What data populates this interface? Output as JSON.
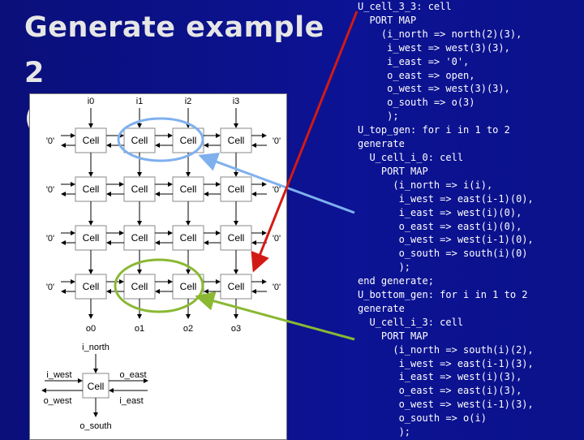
{
  "title": {
    "line1": "Generate example 2",
    "line2": "(3/5)"
  },
  "code_lines": [
    "U_cell_3_3: cell",
    "  PORT MAP",
    "    (i_north => north(2)(3),",
    "     i_west => west(3)(3),",
    "     i_east => '0',",
    "     o_east => open,",
    "     o_west => west(3)(3),",
    "     o_south => o(3)",
    "     );",
    "U_top_gen: for i in 1 to 2",
    "generate",
    "  U_cell_i_0: cell",
    "    PORT MAP",
    "      (i_north => i(i),",
    "       i_west => east(i-1)(0),",
    "       i_east => west(i)(0),",
    "       o_east => east(i)(0),",
    "       o_west => west(i-1)(0),",
    "       o_south => south(i)(0)",
    "       );",
    "end generate;",
    "U_bottom_gen: for i in 1 to 2",
    "generate",
    "  U_cell_i_3: cell",
    "    PORT MAP",
    "      (i_north => south(i)(2),",
    "       i_west => east(i-1)(3),",
    "       i_east => west(i)(3),",
    "       o_east => east(i)(3),",
    "       o_west => west(i-1)(3),",
    "       o_south => o(i)",
    "       );"
  ],
  "diagram": {
    "inputs": [
      "i0",
      "i1",
      "i2",
      "i3"
    ],
    "outputs": [
      "o0",
      "o1",
      "o2",
      "o3"
    ],
    "cell_label": "Cell",
    "edge_zero": "'0'",
    "legend": {
      "cell": "Cell",
      "i_north": "i_north",
      "i_west": "i_west",
      "o_east": "o_east",
      "o_west": "o_west",
      "i_east": "i_east",
      "o_south": "o_south"
    }
  },
  "colors": {
    "background": "#0b1290",
    "top_highlight": "#7fb0ee",
    "bottom_highlight": "#8ab832",
    "red_arrow": "#d21a14"
  }
}
